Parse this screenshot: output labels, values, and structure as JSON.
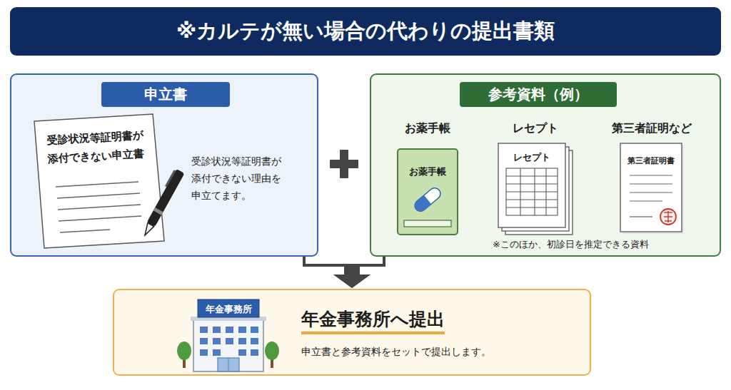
{
  "diagram": {
    "title": "※カルテが無い場合の代わりの提出書類",
    "nodes": [
      {
        "text": [
          "申立書",
          "受診状況等証明書が 添付できない理由を 申立てます。"
        ]
      },
      {
        "text": [
          "受診状況等証明書が 添付できない申立書"
        ],
        "in": 0
      },
      {
        "text": [
          "参考資料（例）",
          "※このほか、初診日を推定できる資料"
        ]
      },
      {
        "text": [
          "お薬手帳",
          "お薬手帳"
        ],
        "in": 2
      },
      {
        "text": [
          "レセプト",
          "レセプト"
        ],
        "in": 2
      },
      {
        "text": [
          "第三者証明など",
          "第三者証明書"
        ],
        "in": 2
      },
      {
        "text": [
          "年金事務所へ提出",
          "申立書と参考資料をセットで提出します。"
        ]
      },
      {
        "text": [
          "年金事務所"
        ],
        "in": 6
      }
    ],
    "edges": [
      {
        "from": 0,
        "to": 6,
        "arrow": "to"
      },
      {
        "from": 2,
        "to": 6,
        "arrow": "to"
      }
    ]
  }
}
